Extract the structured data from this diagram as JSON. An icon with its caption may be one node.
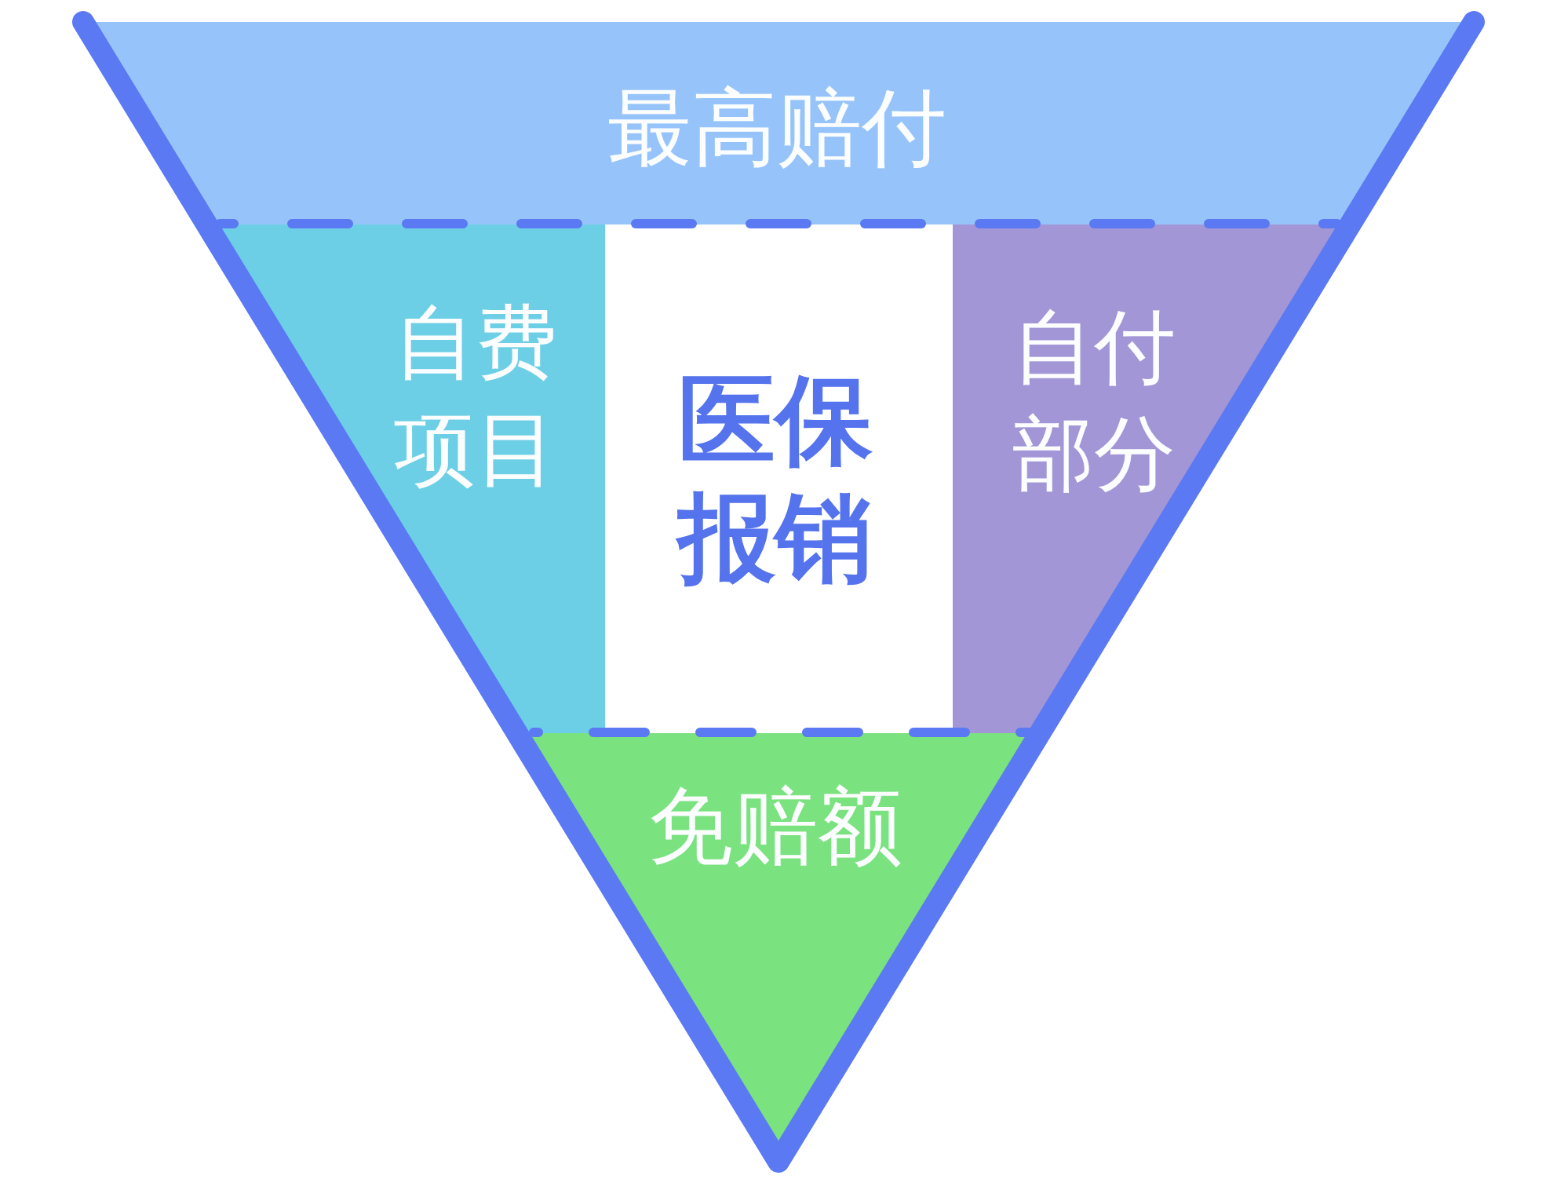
{
  "diagram": {
    "nodes": [
      {
        "text": [
          "最高赔付"
        ]
      },
      {
        "text": [
          "自费项目"
        ]
      },
      {
        "text": [
          "医保报销"
        ]
      },
      {
        "text": [
          "自付部分"
        ]
      },
      {
        "text": [
          "免赔额"
        ]
      }
    ]
  }
}
